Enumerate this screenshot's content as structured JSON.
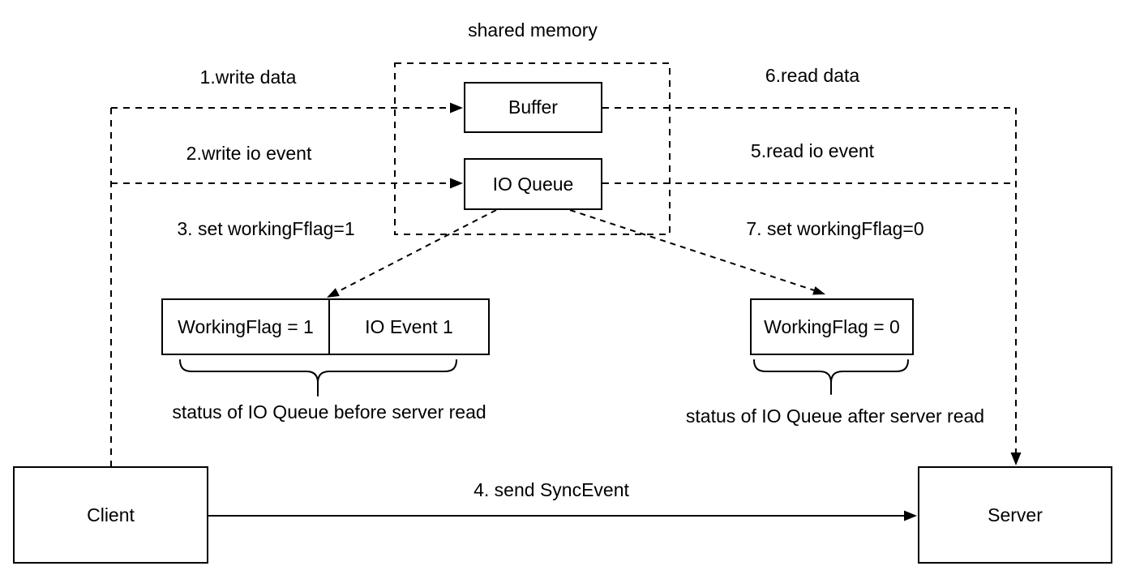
{
  "canvas": {
    "background": "#ffffff",
    "stroke_color": "#000000"
  },
  "title": "shared memory",
  "nodes": {
    "buffer": "Buffer",
    "io_queue": "IO Queue",
    "working_flag_1": "WorkingFlag = 1",
    "io_event_1": "IO Event 1",
    "working_flag_0": "WorkingFlag = 0",
    "client": "Client",
    "server": "Server"
  },
  "labels": {
    "step1": "1.write data",
    "step2": "2.write io event",
    "step3": "3. set workingFflag=1",
    "step4": "4. send SyncEvent",
    "step5": "5.read io event",
    "step6": "6.read data",
    "step7": "7. set workingFflag=0"
  },
  "captions": {
    "before_read": "status of IO Queue before server read",
    "after_read": "status of IO Queue after server read"
  }
}
